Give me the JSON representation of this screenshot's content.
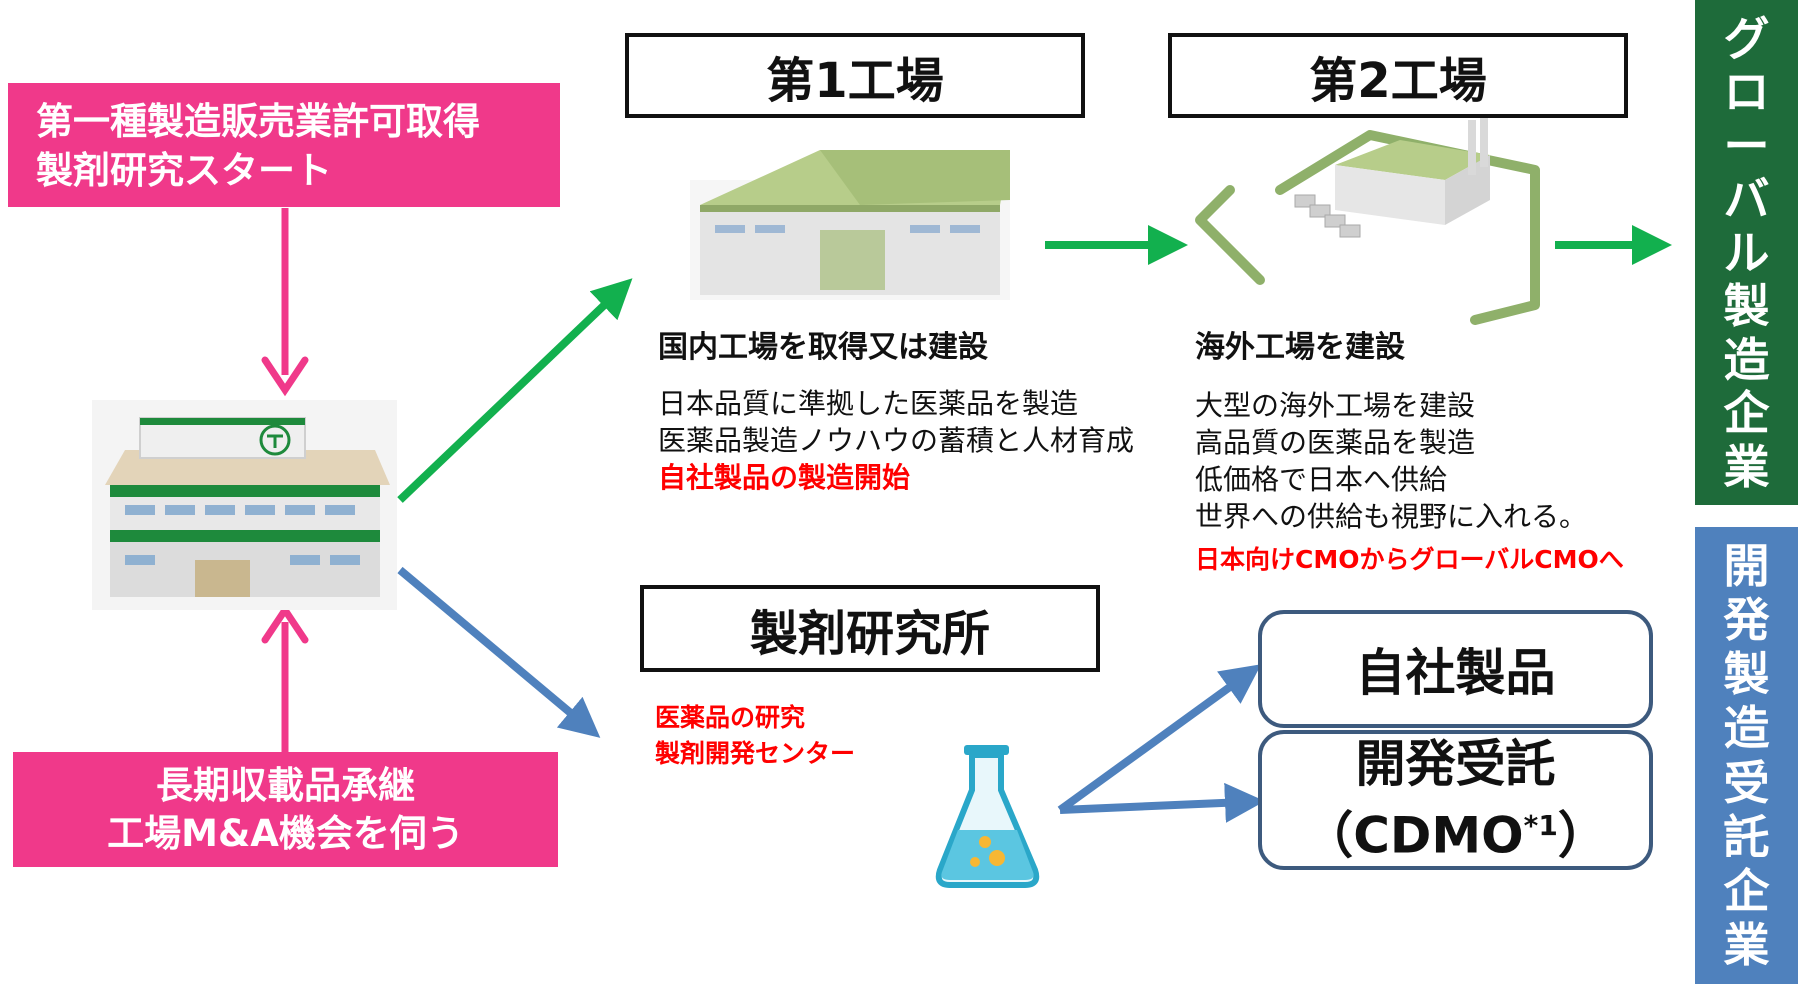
{
  "colors": {
    "pink": "#f0398a",
    "green_arrow": "#12b04e",
    "blue_arrow": "#4f81bd",
    "global_band": "#1e6b3a",
    "dev_band": "#4f81bd",
    "red_text": "#ff0000"
  },
  "icons": [
    "hq-building-icon",
    "first-factory-icon",
    "second-factory-icon",
    "flask-icon"
  ],
  "top_left_box": {
    "line1": "第一種製造販売業許可取得",
    "line2": "製剤研究スタート"
  },
  "bottom_left_box": {
    "line1": "長期収載品承継",
    "line2": "工場M&A機会を伺う"
  },
  "factory1": {
    "title": "第1工場",
    "heading": "国内工場を取得又は建設",
    "lines": [
      "日本品質に準拠した医薬品を製造",
      "医薬品製造ノウハウの蓄積と人材育成"
    ],
    "highlight": "自社製品の製造開始"
  },
  "factory2": {
    "title": "第2工場",
    "heading": "海外工場を建設",
    "lines": [
      "大型の海外工場を建設",
      "高品質の医薬品を製造",
      "低価格で日本へ供給",
      "世界への供給も視野に入れる。"
    ],
    "highlight": "日本向けCMOからグローバルCMOへ"
  },
  "lab": {
    "title": "製剤研究所",
    "red_line1": "医薬品の研究",
    "red_line2": "製剤開発センター"
  },
  "own_products": {
    "label": "自社製品"
  },
  "contract_dev": {
    "label": "開発受託",
    "sub_prefix": "（CDMO",
    "sup": "*1",
    "sub_suffix": "）"
  },
  "side_global": {
    "chars": [
      "グ",
      "ロ",
      "ー",
      "バ",
      "ル",
      "製",
      "造",
      "企",
      "業"
    ]
  },
  "side_dev": {
    "chars": [
      "開",
      "発",
      "製",
      "造",
      "受",
      "託",
      "企",
      "業"
    ]
  }
}
